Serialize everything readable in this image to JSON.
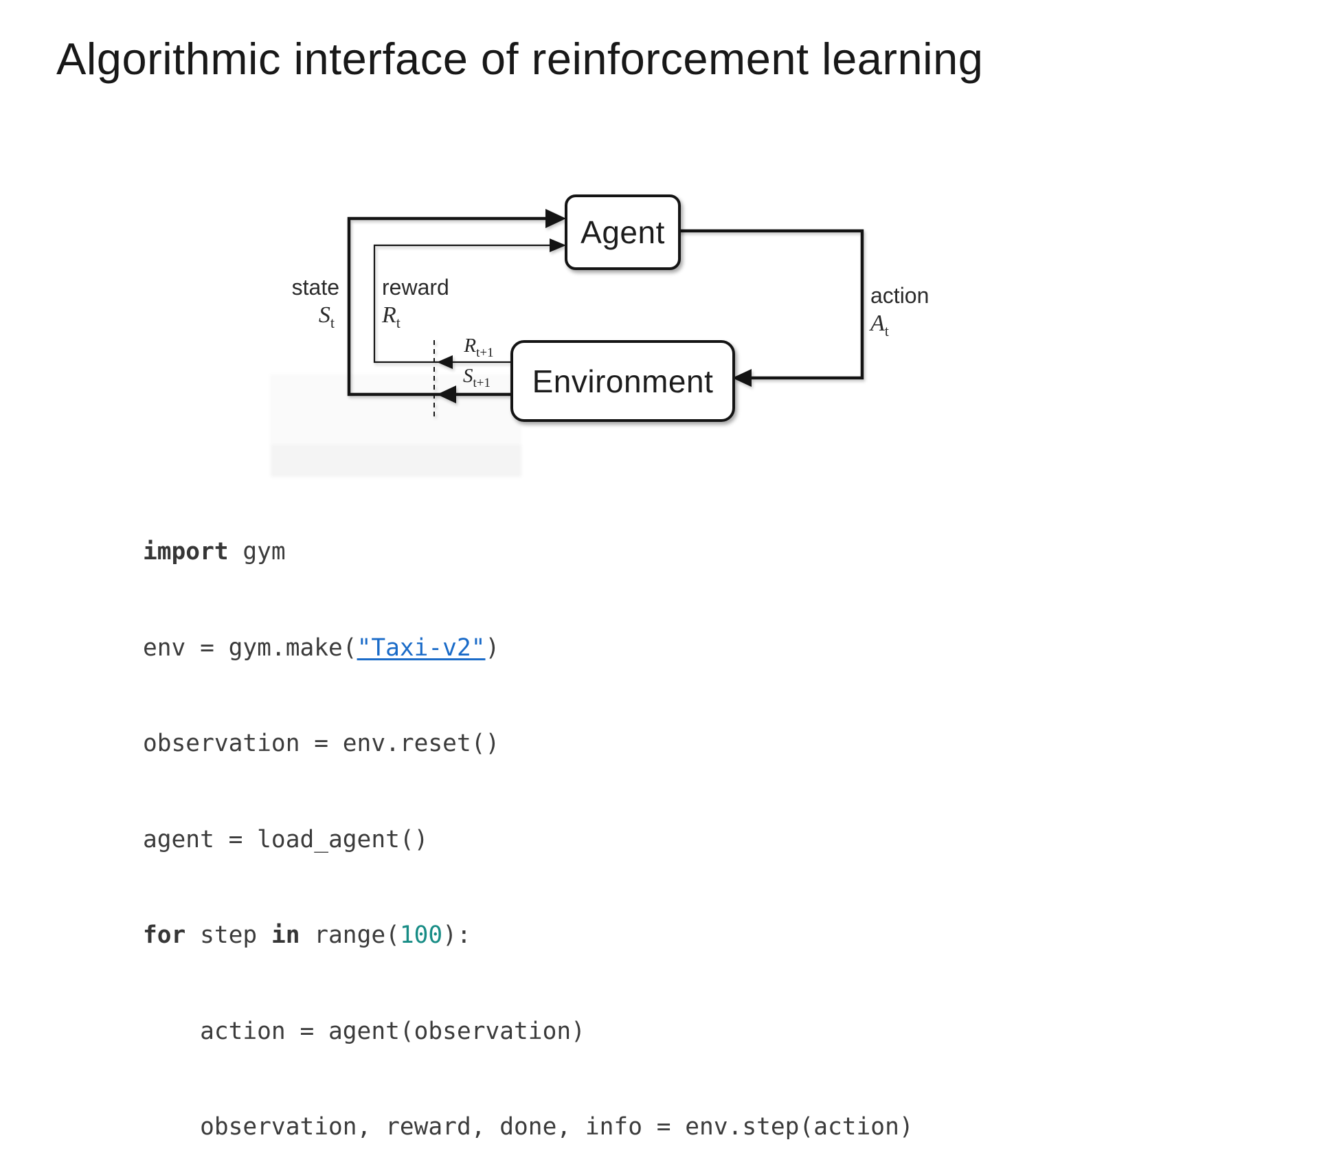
{
  "title": {
    "text": "Algorithmic interface of reinforcement learning"
  },
  "colors": {
    "background": "#ffffff",
    "diagram_ink": "#141414",
    "code_text": "#3b3b3b",
    "link_blue": "#1a6bc8",
    "number_teal": "#178c85"
  },
  "diagram": {
    "agent_label": "Agent",
    "environment_label": "Environment",
    "labels": {
      "state": "state",
      "state_symbol": {
        "base": "S",
        "sub": "t"
      },
      "reward": "reward",
      "reward_symbol": {
        "base": "R",
        "sub": "t"
      },
      "reward_next_symbol": {
        "base": "R",
        "sub": "t+1"
      },
      "state_next_symbol": {
        "base": "S",
        "sub": "t+1"
      },
      "action": "action",
      "action_symbol": {
        "base": "A",
        "sub": "t"
      }
    }
  },
  "code": {
    "lines": [
      {
        "segments": [
          {
            "text": "import",
            "style": "keyword"
          },
          {
            "text": " gym",
            "style": "plain"
          }
        ]
      },
      {
        "segments": [
          {
            "text": "env = gym.make(",
            "style": "plain"
          },
          {
            "text": "\"Taxi-v2\"",
            "style": "link-string"
          },
          {
            "text": ")",
            "style": "plain"
          }
        ]
      },
      {
        "segments": [
          {
            "text": "observation = env.reset()",
            "style": "plain"
          }
        ]
      },
      {
        "segments": [
          {
            "text": "agent = load_agent()",
            "style": "plain"
          }
        ]
      },
      {
        "segments": [
          {
            "text": "for",
            "style": "keyword"
          },
          {
            "text": " step ",
            "style": "plain"
          },
          {
            "text": "in",
            "style": "keyword"
          },
          {
            "text": " range(",
            "style": "plain"
          },
          {
            "text": "100",
            "style": "number"
          },
          {
            "text": "):",
            "style": "plain"
          }
        ]
      },
      {
        "segments": [
          {
            "text": "    action = agent(observation)",
            "style": "plain"
          }
        ]
      },
      {
        "segments": [
          {
            "text": "    observation, reward, done, info = env.step(action)",
            "style": "plain"
          }
        ]
      }
    ]
  }
}
